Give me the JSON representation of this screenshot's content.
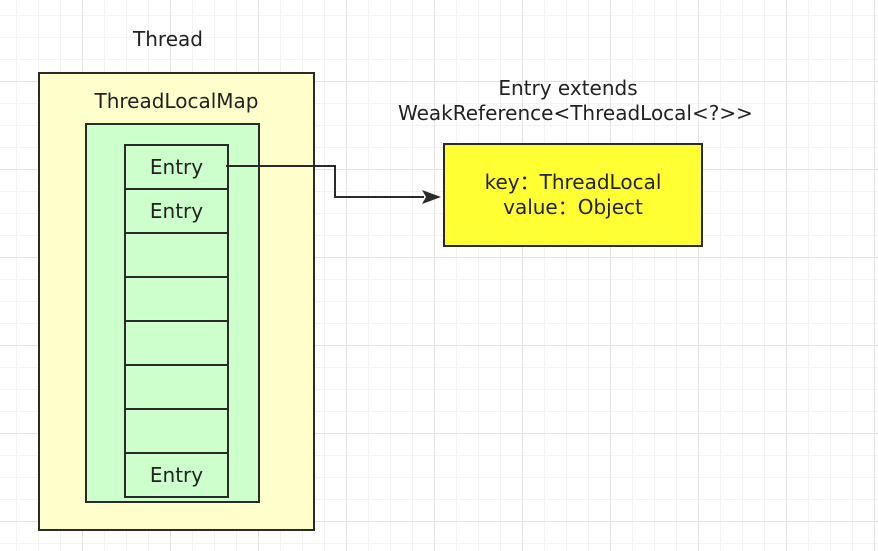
{
  "thread": {
    "label": "Thread"
  },
  "thread_local_map": {
    "label": "ThreadLocalMap",
    "entries": [
      "Entry",
      "Entry",
      "",
      "",
      "",
      "",
      "",
      "Entry"
    ]
  },
  "entry_class": {
    "line1": "Entry extends",
    "line2": "WeakReference<ThreadLocal<?>>",
    "key_text": "key：ThreadLocal",
    "value_text": "value：Object"
  }
}
